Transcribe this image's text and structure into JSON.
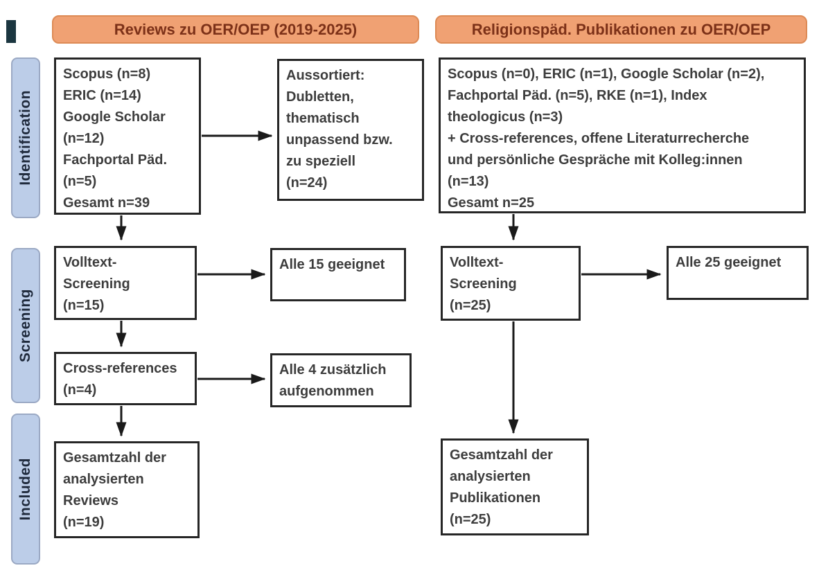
{
  "headers": {
    "left": "Reviews zu OER/OEP (2019-2025)",
    "right": "Religionspäd. Publikationen zu OER/OEP"
  },
  "stages": {
    "identification": "Identification",
    "screening": "Screening",
    "included": "Included"
  },
  "left_column": {
    "identification_sources": "Scopus (n=8)\nERIC (n=14)\nGoogle Scholar\n(n=12)\nFachportal Päd.\n(n=5)\nGesamt n=39",
    "excluded": "Aussortiert:\nDubletten,\nthematisch\nunpassend bzw.\nzu speziell\n(n=24)",
    "fulltext_screening": "Volltext-\nScreening\n(n=15)",
    "all_suitable": "Alle 15 geeignet",
    "cross_references": "Cross-references\n(n=4)",
    "additional_included": "Alle 4 zusätzlich\naufgenommen",
    "total_included": "Gesamtzahl der\nanalysierten\nReviews\n(n=19)"
  },
  "right_column": {
    "identification_sources": "Scopus (n=0), ERIC (n=1), Google Scholar (n=2),\nFachportal Päd. (n=5), RKE (n=1), Index\ntheologicus (n=3)\n+ Cross-references, offene Literaturrecherche\nund persönliche Gespräche mit Kolleg:innen\n(n=13)\nGesamt n=25",
    "fulltext_screening": "Volltext-\nScreening\n(n=25)",
    "all_suitable": "Alle 25 geeignet",
    "total_included": "Gesamtzahl der\nanalysierten\nPublikationen\n(n=25)"
  },
  "colors": {
    "header_fill": "#F0A173",
    "header_border": "#DD8A55",
    "header_text": "#7C3118",
    "stage_fill": "#BCCDE8",
    "stage_border": "#9BA9C4",
    "stage_text": "#1F2A3C",
    "box_border": "#262626",
    "box_text": "#3D3D3D",
    "arrow": "#1A1A1A"
  }
}
